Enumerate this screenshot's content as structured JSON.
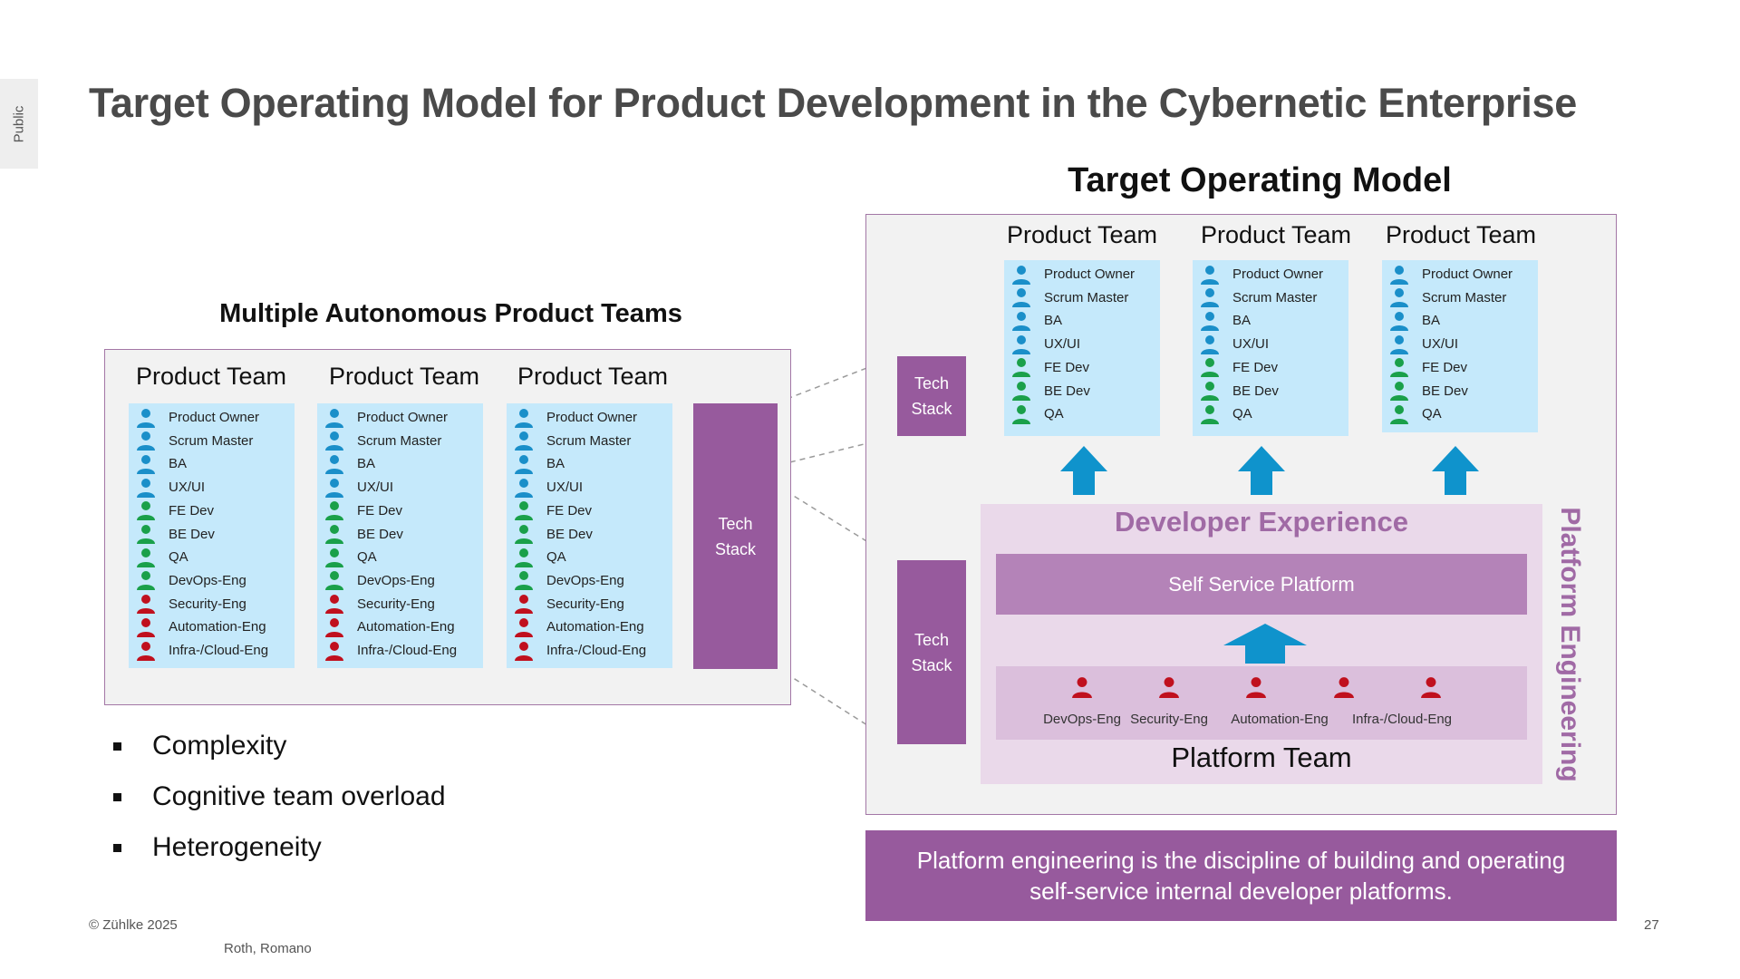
{
  "side_tab": "Public",
  "title": "Target Operating Model for Product Development in the Cybernetic Enterprise",
  "left": {
    "title": "Multiple Autonomous Product Teams",
    "team_heading": "Product Team",
    "roles": [
      {
        "label": "Product Owner",
        "color": "#1a8fc9"
      },
      {
        "label": "Scrum Master",
        "color": "#1a8fc9"
      },
      {
        "label": "BA",
        "color": "#1a8fc9"
      },
      {
        "label": "UX/UI",
        "color": "#1a8fc9"
      },
      {
        "label": "FE Dev",
        "color": "#1aa04a"
      },
      {
        "label": "BE Dev",
        "color": "#1aa04a"
      },
      {
        "label": "QA",
        "color": "#1aa04a"
      },
      {
        "label": "DevOps-Eng",
        "color": "#1aa04a"
      },
      {
        "label": "Security-Eng",
        "color": "#c0101e"
      },
      {
        "label": "Automation-Eng",
        "color": "#c0101e"
      },
      {
        "label": "Infra-/Cloud-Eng",
        "color": "#c0101e"
      }
    ],
    "tech_stack_line1": "Tech",
    "tech_stack_line2": "Stack"
  },
  "bullets": [
    "Complexity",
    "Cognitive team overload",
    "Heterogeneity"
  ],
  "right": {
    "title": "Target Operating Model",
    "team_heading": "Product Team",
    "roles": [
      {
        "label": "Product Owner",
        "color": "#1a8fc9"
      },
      {
        "label": "Scrum Master",
        "color": "#1a8fc9"
      },
      {
        "label": "BA",
        "color": "#1a8fc9"
      },
      {
        "label": "UX/UI",
        "color": "#1a8fc9"
      },
      {
        "label": "FE Dev",
        "color": "#1aa04a"
      },
      {
        "label": "BE Dev",
        "color": "#1aa04a"
      },
      {
        "label": "QA",
        "color": "#1aa04a"
      }
    ],
    "tech_stack_line1": "Tech",
    "tech_stack_line2": "Stack",
    "developer_experience": "Developer Experience",
    "self_service_platform": "Self Service Platform",
    "platform_roles": [
      "DevOps-Eng",
      "Security-Eng",
      "Automation-Eng",
      "Infra-/Cloud-Eng"
    ],
    "platform_team": "Platform Team",
    "platform_engineering": "Platform Engineering"
  },
  "callout": "Platform engineering is the discipline of building and operating self-service internal developer platforms.",
  "footer": {
    "copyright": "© Zühlke  2025",
    "author": "Roth, Romano",
    "page": "27"
  },
  "colors": {
    "purple": "#975a9d",
    "light_blue": "#c5e9fb",
    "arrow_blue": "#0f93cc",
    "role_red": "#c0101e"
  }
}
